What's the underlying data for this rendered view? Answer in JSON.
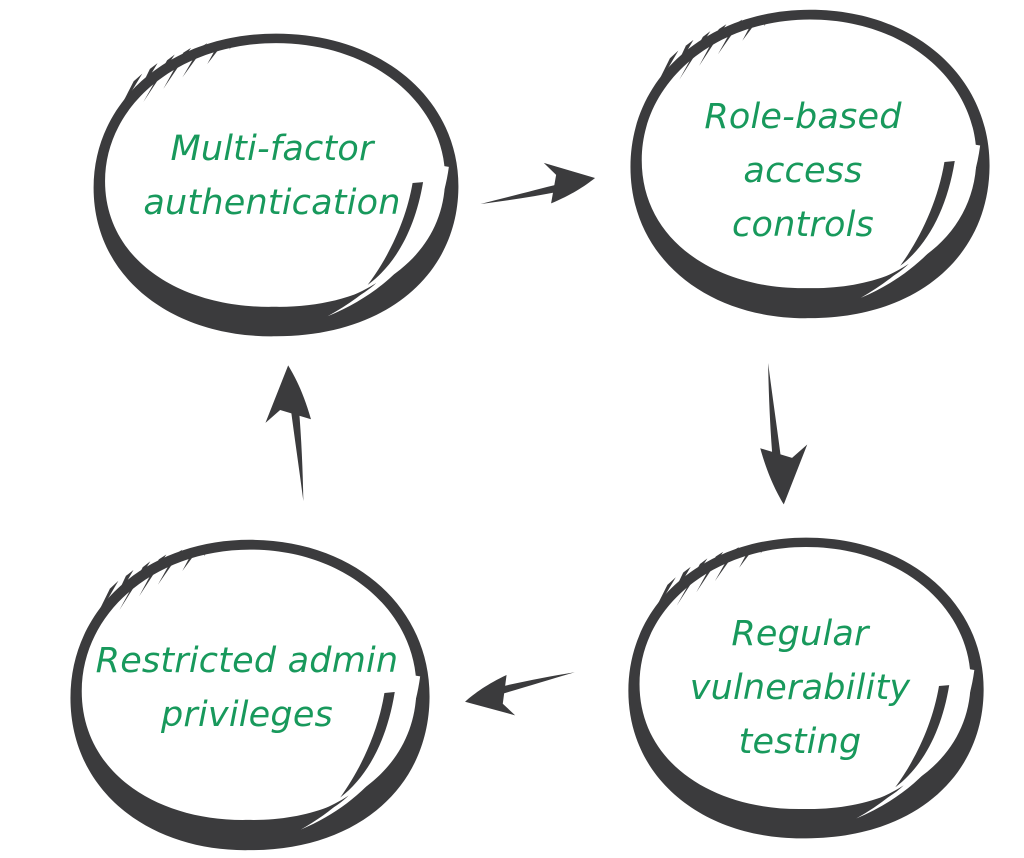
{
  "page": {
    "background": "#ffffff"
  },
  "colors": {
    "ink": "#3b3b3d",
    "node_text_green": "#18995c",
    "node_fill": "#ffffff"
  },
  "diagram": {
    "type": "cycle",
    "direction": "clockwise",
    "nodes": [
      {
        "id": "multi-factor-authentication",
        "label": "Multi-factor\nauthentication"
      },
      {
        "id": "role-based-access-controls",
        "label": "Role-based\naccess\ncontrols"
      },
      {
        "id": "regular-vulnerability-testing",
        "label": "Regular\nvulnerability\ntesting"
      },
      {
        "id": "restricted-admin-privileges",
        "label": "Restricted admin\nprivileges"
      }
    ],
    "edges": [
      {
        "from": "multi-factor-authentication",
        "to": "role-based-access-controls",
        "arrow": "right"
      },
      {
        "from": "role-based-access-controls",
        "to": "regular-vulnerability-testing",
        "arrow": "down"
      },
      {
        "from": "regular-vulnerability-testing",
        "to": "restricted-admin-privileges",
        "arrow": "left"
      },
      {
        "from": "restricted-admin-privileges",
        "to": "multi-factor-authentication",
        "arrow": "up"
      }
    ]
  }
}
